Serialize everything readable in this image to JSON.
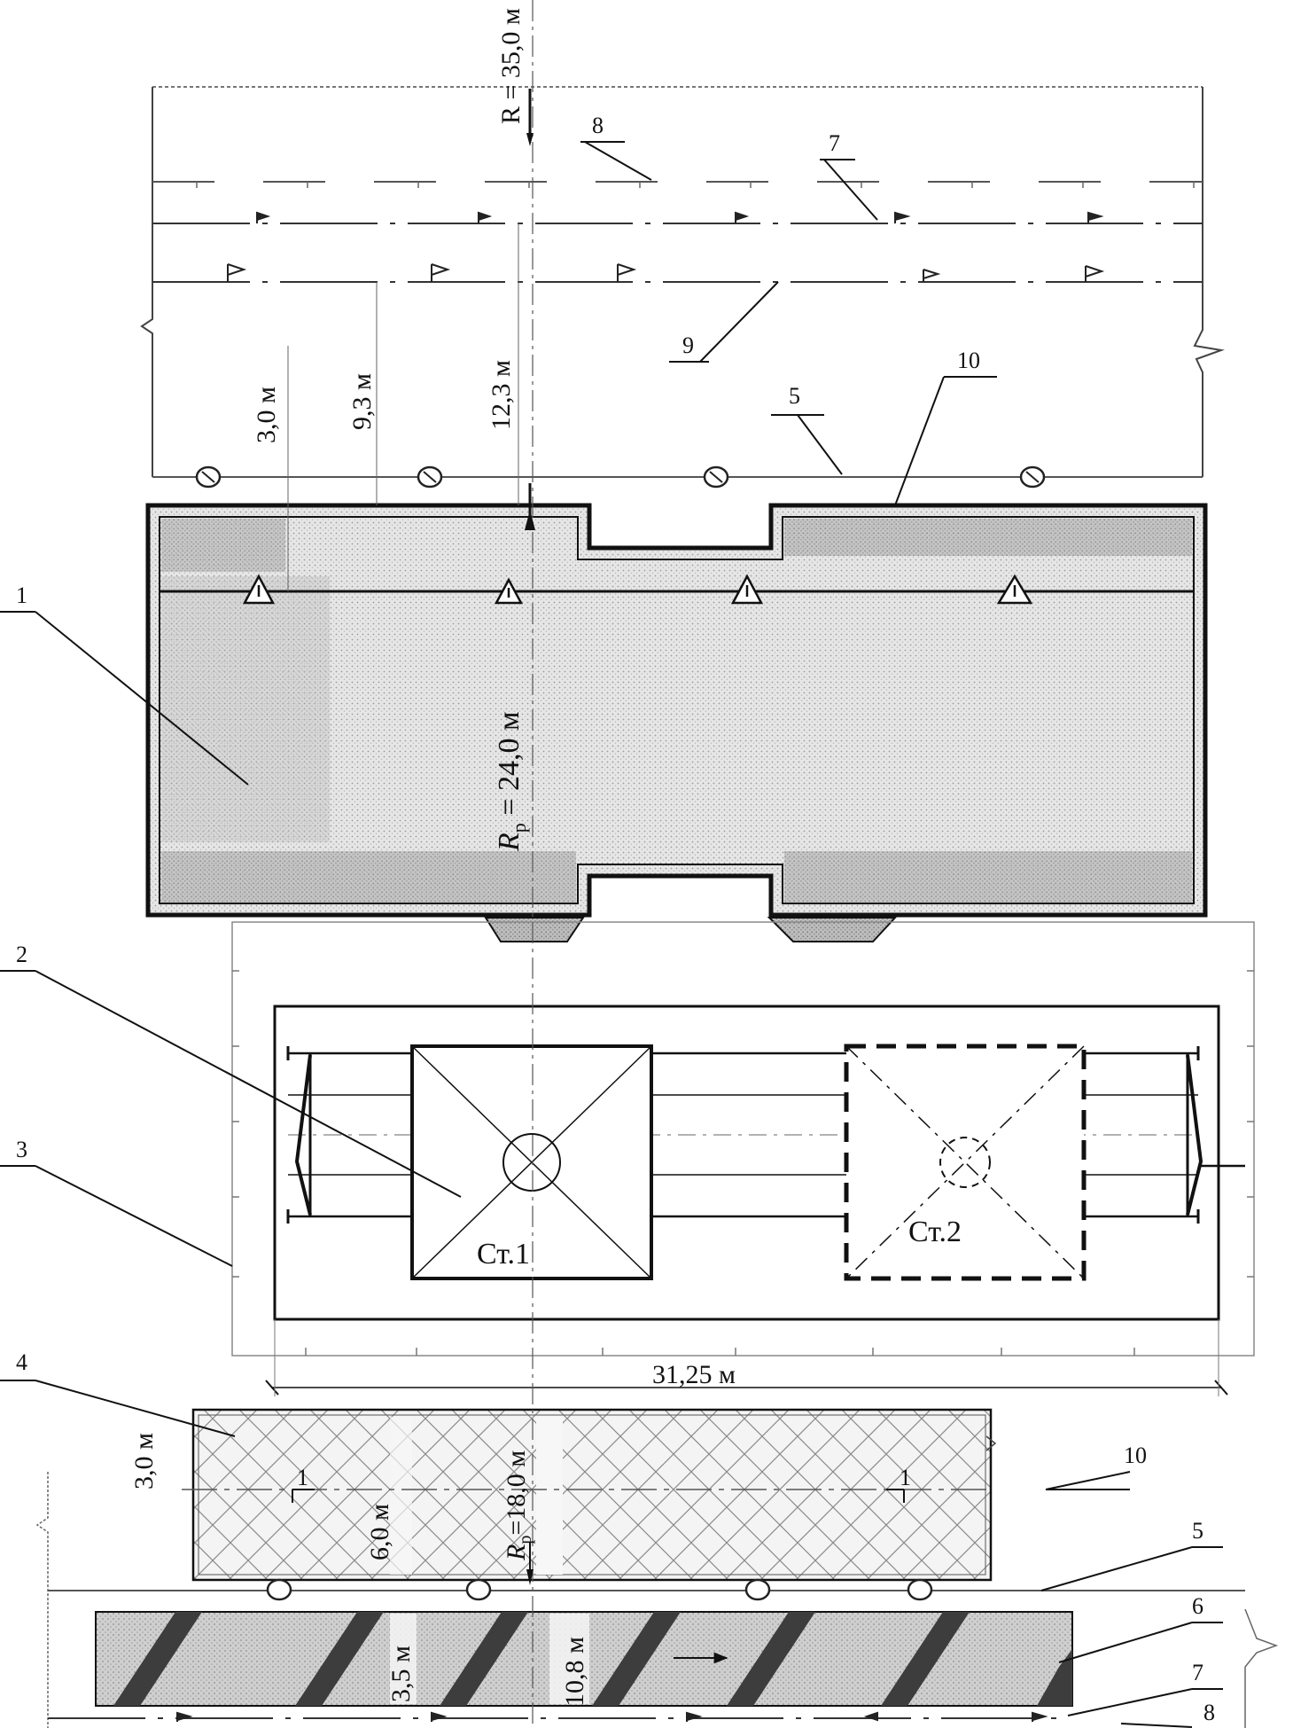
{
  "callouts": [
    {
      "id": "1",
      "text": "1"
    },
    {
      "id": "2",
      "text": "2"
    },
    {
      "id": "3",
      "text": "3"
    },
    {
      "id": "4",
      "text": "4"
    },
    {
      "id": "5a",
      "text": "5"
    },
    {
      "id": "5b",
      "text": "5"
    },
    {
      "id": "6",
      "text": "6"
    },
    {
      "id": "7a",
      "text": "7"
    },
    {
      "id": "7b",
      "text": "7"
    },
    {
      "id": "8a",
      "text": "8"
    },
    {
      "id": "8b",
      "text": "8"
    },
    {
      "id": "9",
      "text": "9"
    },
    {
      "id": "10a",
      "text": "10"
    },
    {
      "id": "10b",
      "text": "10"
    }
  ],
  "dimensions": {
    "radius_top": "R = 35,0 м",
    "d_3_0_top": "3,0 м",
    "d_9_3": "9,3 м",
    "d_12_3": "12,3 м",
    "radius_work_24": "R",
    "radius_work_24_sub": "p",
    "radius_work_24_val": " = 24,0 м",
    "width_31_25": "31,25 м",
    "d_3_0_bottom": "3,0 м",
    "d_6_0": "6,0 м",
    "radius_work_18": "R",
    "radius_work_18_sub": "p",
    "radius_work_18_val": "=18,0 м",
    "d_3_5": "3,5 м",
    "d_10_8": "10,8 м"
  },
  "stations": {
    "st1": "Ст.1",
    "st2": "Ст.2"
  },
  "section_marks": {
    "left": "1",
    "right": "1"
  }
}
